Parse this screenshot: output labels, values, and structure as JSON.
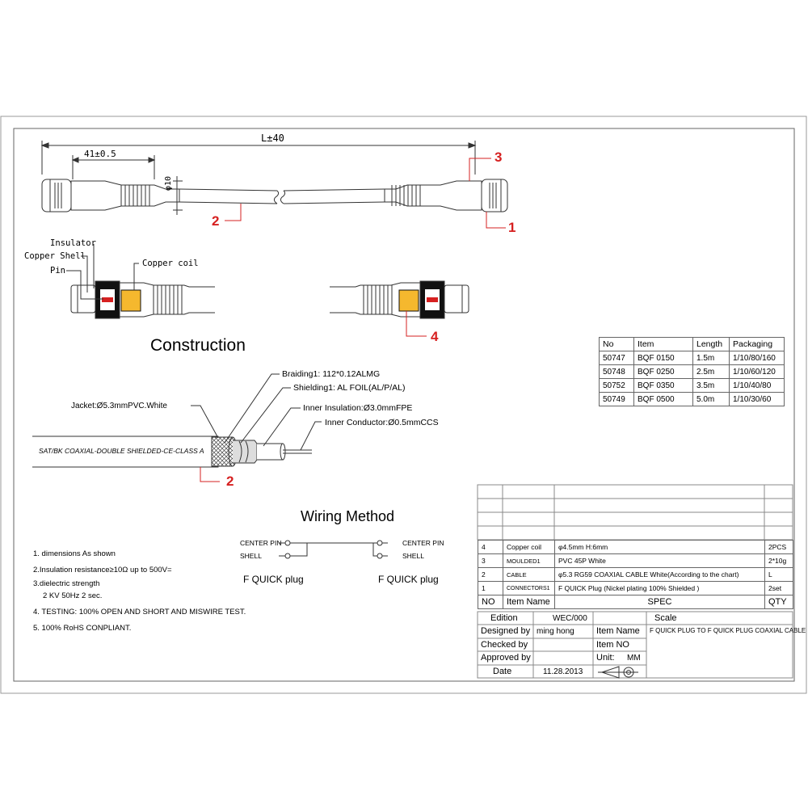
{
  "top_drawing": {
    "overall_length": "L±40",
    "plug_length": "41±0.5",
    "diameter": "φ10",
    "callouts": [
      "3",
      "2",
      "1"
    ]
  },
  "detail": {
    "insulator_label": "Insulator",
    "copper_shell_label": "Copper Shell",
    "pin_label": "Pin",
    "copper_coil_label": "Copper coil",
    "callout_4": "4",
    "colors": {
      "coil": "#f5b82e",
      "pin": "#d62020",
      "callout": "#d62020"
    }
  },
  "construction": {
    "title": "Construction",
    "jacket_label": "Jacket:Ø5.3mmPVC.White",
    "braiding_label": "Braiding1: 112*0.12ALMG",
    "shielding_label": "Shielding1:  AL FOIL(AL/P/AL)",
    "insulation_label": "Inner Insulation:Ø3.0mmFPE",
    "conductor_label": "Inner Conductor:Ø0.5mmCCS",
    "cable_print": "SAT/BK COAXIAL-DOUBLE SHIELDED-CE-CLASS A",
    "callout_2": "2"
  },
  "wiring": {
    "title": "Wiring Method",
    "center_pin": "CENTER PIN",
    "shell": "SHELL",
    "left_plug": "F QUICK plug",
    "right_plug": "F QUICK plug"
  },
  "notes": [
    "1. dimensions As shown",
    "2.Insulation resistance≥10Ω up to 500V=",
    "3.dielectric strength",
    "2 KV  50Hz  2 sec.",
    "4. TESTING: 100% OPEN AND SHORT AND MISWIRE TEST.",
    "5. 100% RoHS CONPLIANT."
  ],
  "product_table": {
    "headers": [
      "No",
      "Item",
      "Length",
      "Packaging"
    ],
    "rows": [
      [
        "50747",
        "BQF 0150",
        "1.5m",
        "1/10/80/160"
      ],
      [
        "50748",
        "BQF 0250",
        "2.5m",
        "1/10/60/120"
      ],
      [
        "50752",
        "BQF 0350",
        "3.5m",
        "1/10/40/80"
      ],
      [
        "50749",
        "BQF 0500",
        "5.0m",
        "1/10/30/60"
      ]
    ]
  },
  "bom": {
    "rows": [
      [
        "4",
        "Copper coil",
        "φ4.5mm H:6mm",
        "2PCS"
      ],
      [
        "3",
        "MOULDED1",
        "PVC 45P White",
        "2*10g"
      ],
      [
        "2",
        "CABLE",
        "φ5.3 RG59 COAXIAL CABLE  White(According to the chart)",
        "L"
      ],
      [
        "1",
        "CONNECTORS1",
        "F QUICK Plug (Nickel plating 100% Shielded )",
        "2set"
      ]
    ],
    "header": [
      "NO",
      "Item Name",
      "SPEC",
      "QTY"
    ]
  },
  "title_block": {
    "edition_label": "Edition",
    "edition_value": "WEC/000",
    "scale_label": "Scale",
    "designed_label": "Designed by",
    "designed_value": "ming hong",
    "item_name_label": "Item Name",
    "item_name_value": "F QUICK PLUG TO F QUICK PLUG COAXIAL CABLE",
    "checked_label": "Checked by",
    "item_no_label": "Item NO",
    "approved_label": "Approved by",
    "unit_label": "Unit:",
    "unit_value": "MM",
    "date_label": "Date",
    "date_value": "11.28.2013"
  }
}
